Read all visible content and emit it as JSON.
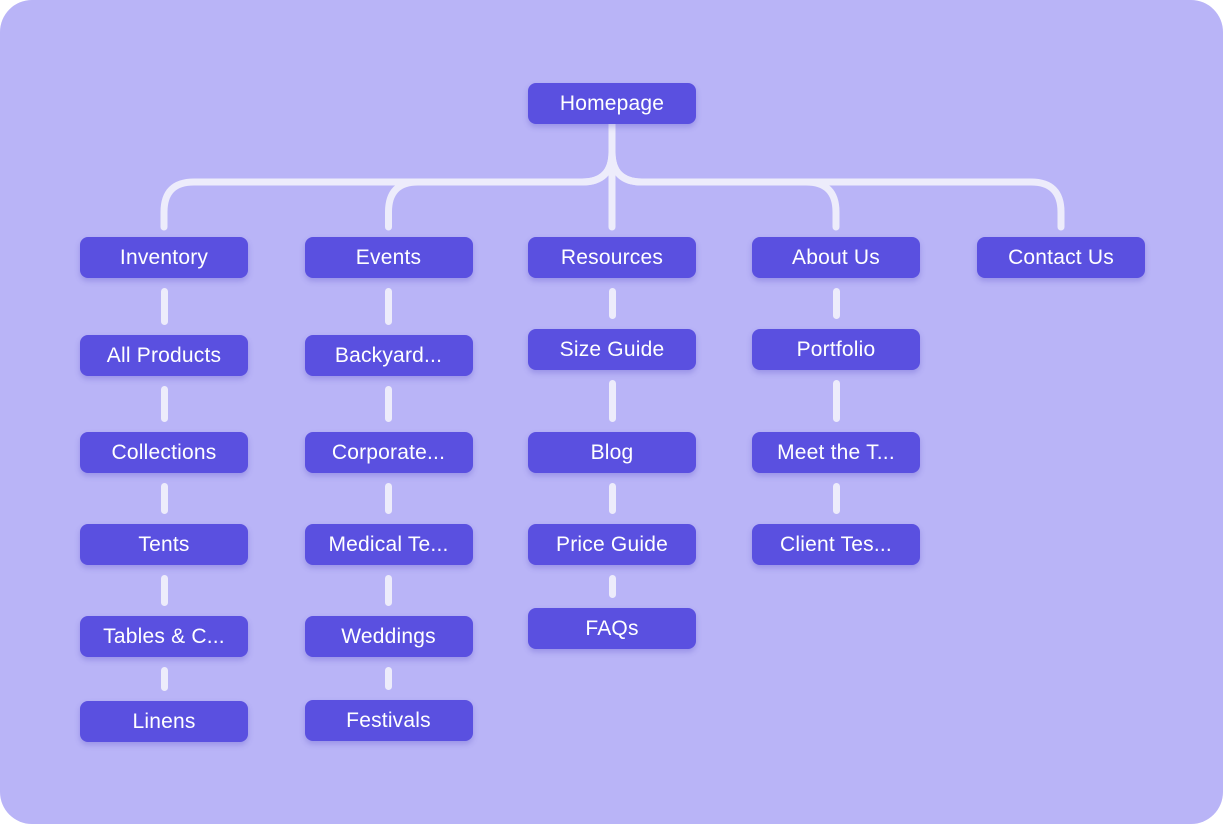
{
  "canvas": {
    "background_color": "#b9b4f7",
    "node_color": "#5a50e0",
    "connector_color": "#edecfb",
    "node_text_color": "#ffffff"
  },
  "sitemap": {
    "root": {
      "label": "Homepage"
    },
    "columns": [
      {
        "label": "Inventory",
        "children": [
          "All Products",
          "Collections",
          "Tents",
          "Tables & C...",
          "Linens"
        ]
      },
      {
        "label": "Events",
        "children": [
          "Backyard...",
          "Corporate...",
          "Medical Te...",
          "Weddings",
          "Festivals"
        ]
      },
      {
        "label": "Resources",
        "children": [
          "Size Guide",
          "Blog",
          "Price Guide",
          "FAQs"
        ]
      },
      {
        "label": "About Us",
        "children": [
          "Portfolio",
          "Meet the T...",
          "Client Tes..."
        ]
      },
      {
        "label": "Contact Us",
        "children": []
      }
    ]
  }
}
